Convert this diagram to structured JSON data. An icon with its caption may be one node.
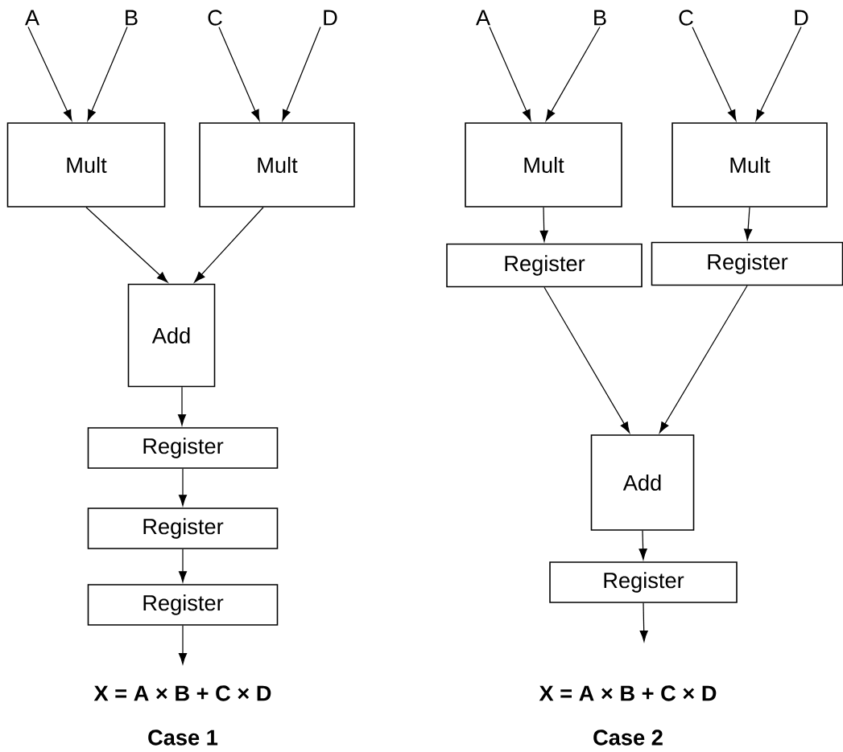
{
  "diagram": {
    "nodes": [
      {
        "text": [
          "A"
        ]
      },
      {
        "text": [
          "B"
        ]
      },
      {
        "text": [
          "C"
        ]
      },
      {
        "text": [
          "D"
        ]
      },
      {
        "text": [
          "Mult"
        ]
      },
      {
        "text": [
          "Mult"
        ]
      },
      {
        "text": [
          "Add"
        ]
      },
      {
        "text": [
          "Register"
        ]
      },
      {
        "text": [
          "Register"
        ]
      },
      {
        "text": [
          "Register"
        ]
      },
      {
        "text": [
          "A"
        ]
      },
      {
        "text": [
          "B"
        ]
      },
      {
        "text": [
          "C"
        ]
      },
      {
        "text": [
          "D"
        ]
      },
      {
        "text": [
          "Mult"
        ]
      },
      {
        "text": [
          "Mult"
        ]
      },
      {
        "text": [
          "Register"
        ]
      },
      {
        "text": [
          "Register"
        ]
      },
      {
        "text": [
          "Add"
        ]
      },
      {
        "text": [
          "Register"
        ]
      }
    ],
    "edges": [
      {
        "from": 0,
        "to": 4,
        "arrow": "to"
      },
      {
        "from": 1,
        "to": 4,
        "arrow": "to"
      },
      {
        "from": 2,
        "to": 5,
        "arrow": "to"
      },
      {
        "from": 3,
        "to": 5,
        "arrow": "to"
      },
      {
        "from": 4,
        "to": 6,
        "arrow": "to"
      },
      {
        "from": 5,
        "to": 6,
        "arrow": "to"
      },
      {
        "from": 6,
        "to": 7,
        "arrow": "to"
      },
      {
        "from": 7,
        "to": 8,
        "arrow": "to"
      },
      {
        "from": 8,
        "to": 9,
        "arrow": "to"
      },
      {
        "from": 9,
        "to": null,
        "arrow": "to"
      },
      {
        "from": 10,
        "to": 14,
        "arrow": "to"
      },
      {
        "from": 11,
        "to": 14,
        "arrow": "to"
      },
      {
        "from": 12,
        "to": 15,
        "arrow": "to"
      },
      {
        "from": 13,
        "to": 15,
        "arrow": "to"
      },
      {
        "from": 14,
        "to": 16,
        "arrow": "to"
      },
      {
        "from": 15,
        "to": 17,
        "arrow": "to"
      },
      {
        "from": 16,
        "to": 18,
        "arrow": "to"
      },
      {
        "from": 17,
        "to": 18,
        "arrow": "to"
      },
      {
        "from": 18,
        "to": 19,
        "arrow": "to"
      },
      {
        "from": 19,
        "to": null,
        "arrow": "to"
      }
    ],
    "labels": [
      "X = A × B + C × D",
      "Case 1",
      "X = A × B + C × D",
      "Case 2"
    ]
  }
}
